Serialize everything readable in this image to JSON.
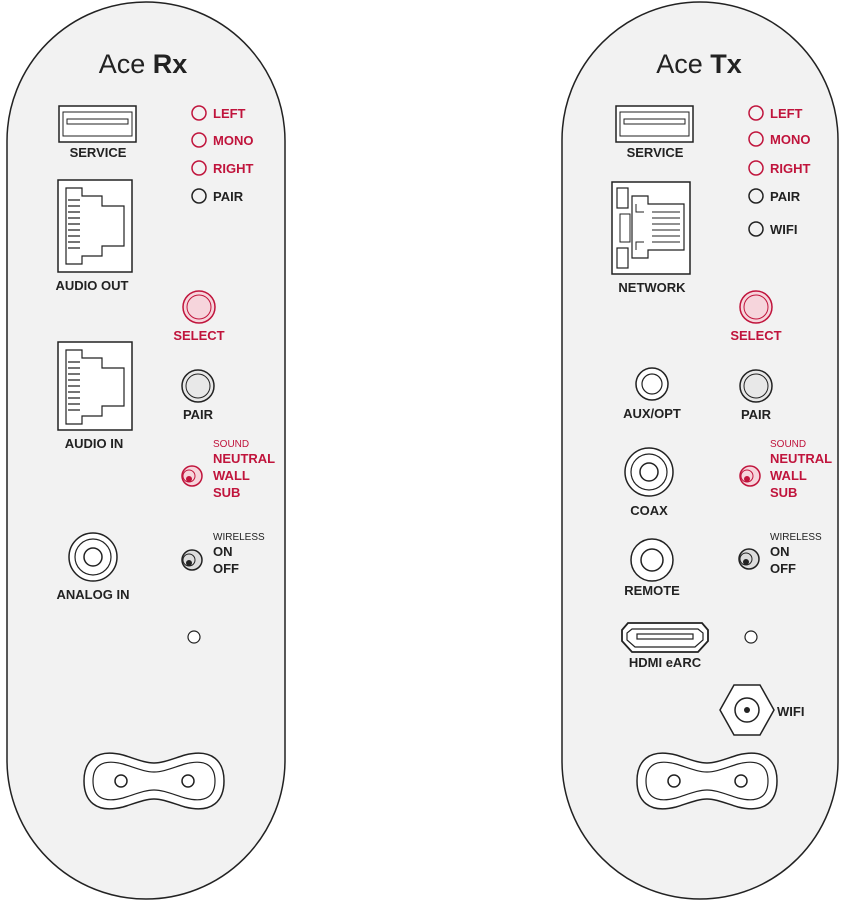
{
  "colors": {
    "accent": "#c0143c",
    "ink": "#222222",
    "panel": "#f2f2f2"
  },
  "rx": {
    "title_plain": "Ace ",
    "title_bold": "Rx",
    "service": "SERVICE",
    "audio_out": "AUDIO OUT",
    "audio_in": "AUDIO IN",
    "analog_in": "ANALOG IN",
    "leds": {
      "left": "LEFT",
      "mono": "MONO",
      "right": "RIGHT",
      "pair": "PAIR"
    },
    "select": "SELECT",
    "pair_button": "PAIR",
    "sound": {
      "heading": "SOUND",
      "neutral": "NEUTRAL",
      "wall": "WALL",
      "sub": "SUB"
    },
    "wireless": {
      "heading": "WIRELESS",
      "on": "ON",
      "off": "OFF"
    }
  },
  "tx": {
    "title_plain": "Ace ",
    "title_bold": "Tx",
    "service": "SERVICE",
    "network": "NETWORK",
    "aux_opt": "AUX/OPT",
    "coax": "COAX",
    "remote": "REMOTE",
    "hdmi": "HDMI eARC",
    "wifi_port": "WIFI",
    "leds": {
      "left": "LEFT",
      "mono": "MONO",
      "right": "RIGHT",
      "pair": "PAIR",
      "wifi": "WIFI"
    },
    "select": "SELECT",
    "pair_button": "PAIR",
    "sound": {
      "heading": "SOUND",
      "neutral": "NEUTRAL",
      "wall": "WALL",
      "sub": "SUB"
    },
    "wireless": {
      "heading": "WIRELESS",
      "on": "ON",
      "off": "OFF"
    }
  }
}
